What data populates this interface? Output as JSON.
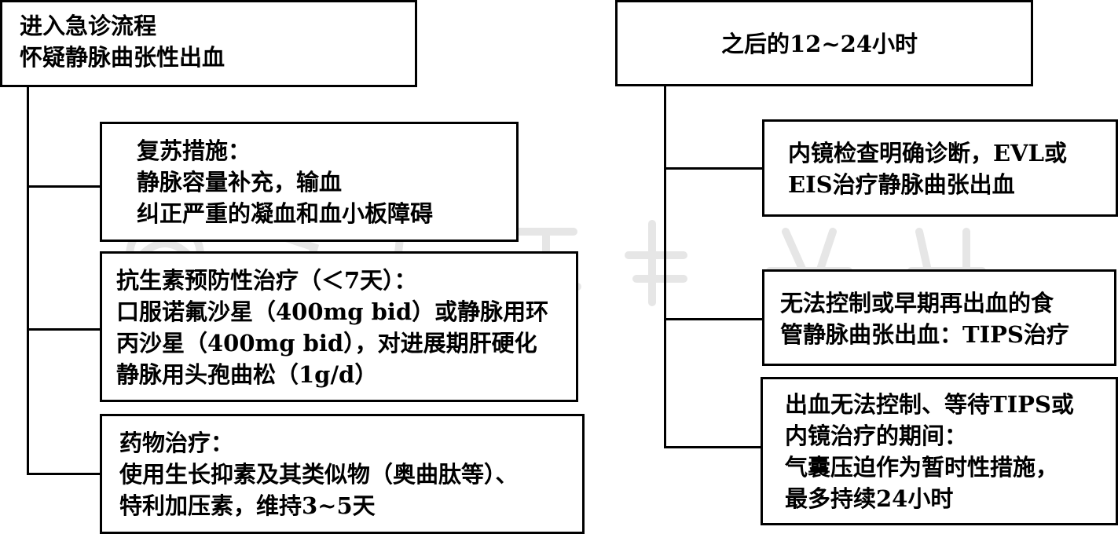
{
  "left_root": {
    "lines": [
      "进入急诊流程",
      "怀疑静脉曲张性出血"
    ]
  },
  "left_children": [
    {
      "lines": [
        "复苏措施：",
        "静脉容量补充，输血",
        "纠正严重的凝血和血小板障碍"
      ]
    },
    {
      "lines": [
        "抗生素预防性治疗（＜7天）：",
        "口服诺氟沙星（400mg bid）或静脉用环",
        "丙沙星（400mg bid），对进展期肝硬化",
        "静脉用头孢曲松（1g/d）"
      ]
    },
    {
      "lines": [
        "药物治疗：",
        "使用生长抑素及其类似物（奥曲肽等）、",
        "特利加压素，维持3~5天"
      ]
    }
  ],
  "right_root": {
    "lines": [
      "之后的12~24小时"
    ]
  },
  "right_children": [
    {
      "lines": [
        "内镜检查明确诊断，EVL或",
        "EIS治疗静脉曲张出血"
      ]
    },
    {
      "lines": [
        "无法控制或早期再出血的食",
        "管静脉曲张出血：TIPS治疗"
      ]
    },
    {
      "lines": [
        "出血无法控制、等待TIPS或",
        "内镜治疗的期间：",
        "气囊压迫作为暂时性措施，",
        "最多持续24小时"
      ]
    }
  ],
  "colors": {
    "line": "#000000",
    "box_fill": "#ffffff",
    "watermark": "#e3e3e3"
  }
}
